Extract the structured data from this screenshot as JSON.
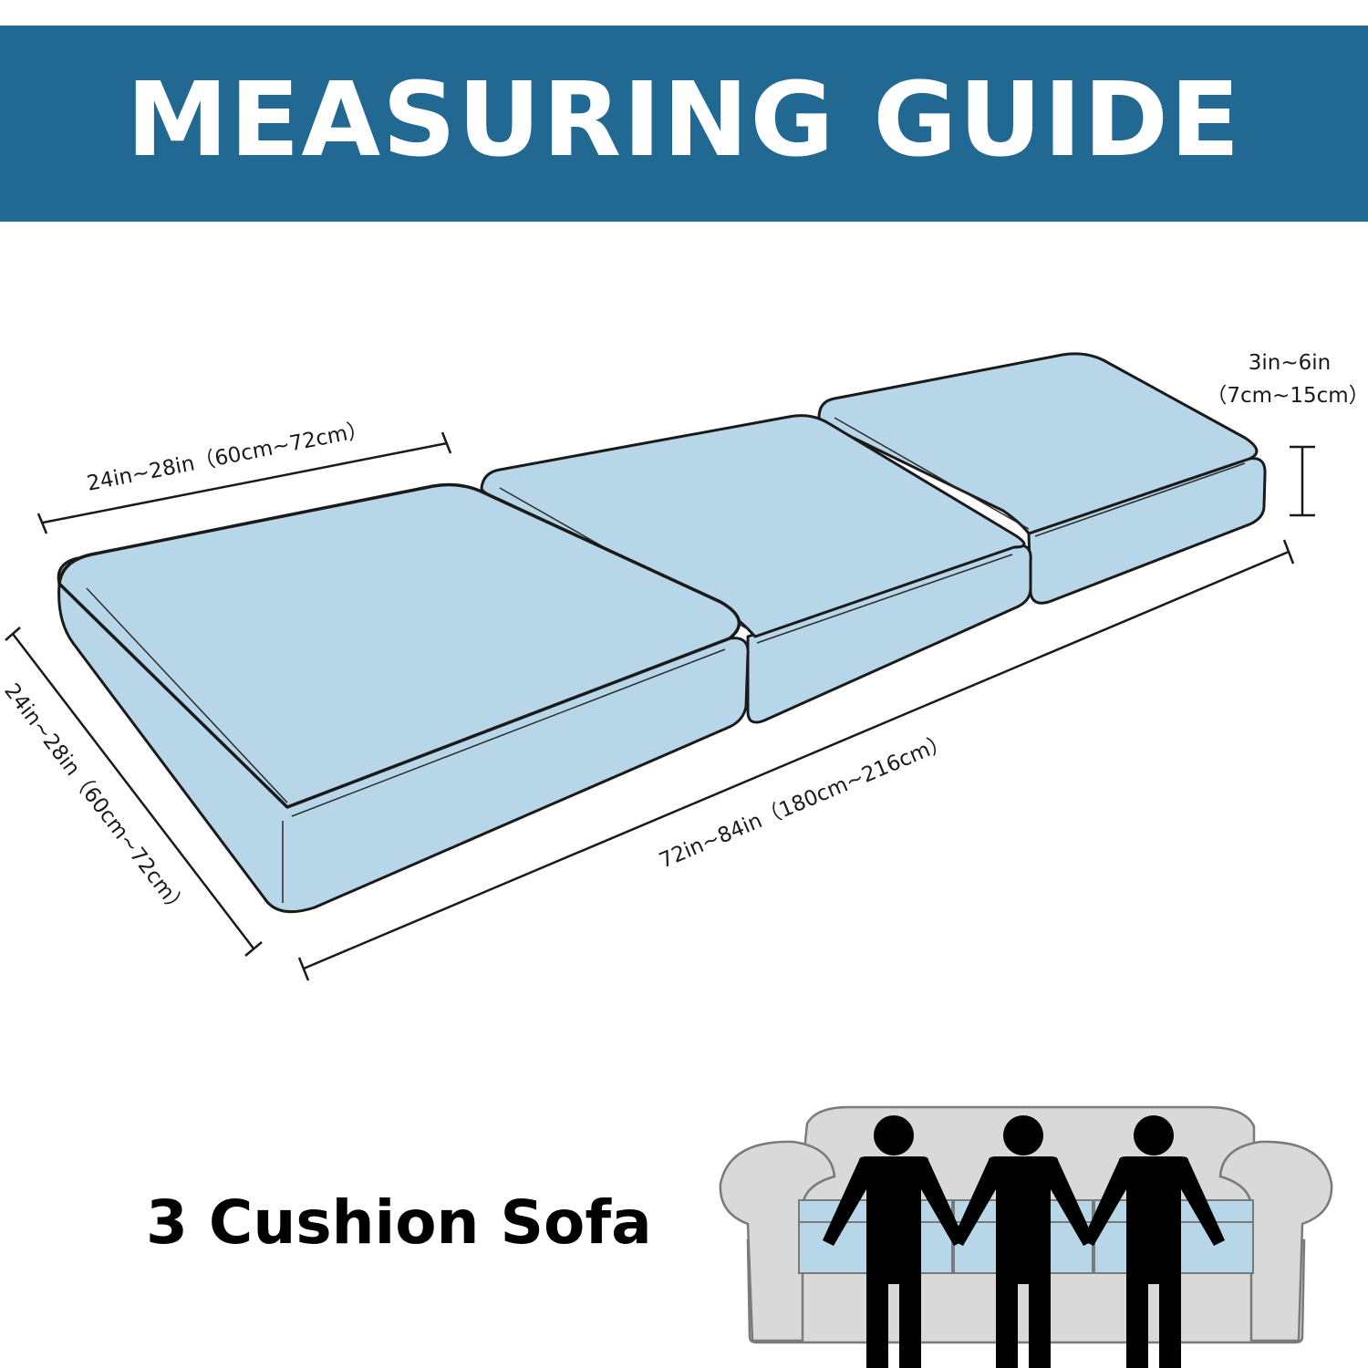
{
  "header": {
    "title": "MEASURING GUIDE"
  },
  "colors": {
    "banner": "#216892",
    "cushion_fill": "#b7d6e8",
    "outline": "#1a1a1a",
    "sofa_fill": "#d9d9d9",
    "person": "#000000"
  },
  "dimensions": {
    "depth_top": "24in~28in（60cm~72cm）",
    "depth_side": "24in~28in（60cm~72cm）",
    "length": "72in~84in（180cm~216cm）",
    "thickness_in": "3in~6in",
    "thickness_cm": "（7cm~15cm）"
  },
  "caption": "3 Cushion Sofa",
  "icons": [
    "cushion-diagram",
    "sofa-icon",
    "person-icon"
  ]
}
